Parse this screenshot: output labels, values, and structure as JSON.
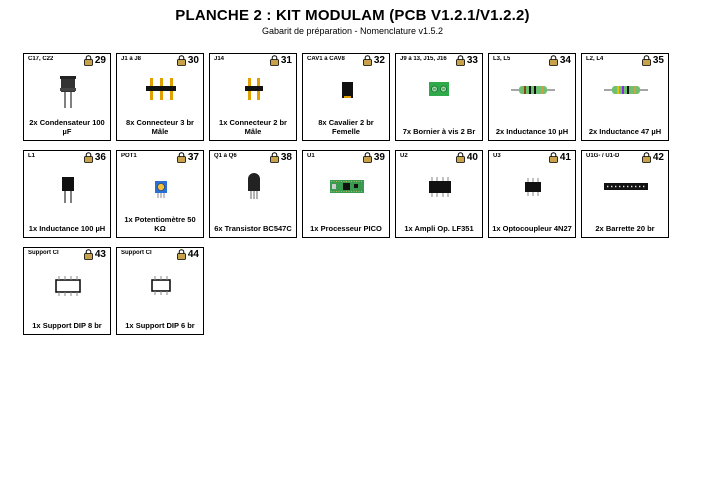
{
  "header": {
    "title": "PLANCHE 2 : KIT MODULAM (PCB V1.2.1/V1.2.2)",
    "subtitle": "Gabarit de préparation - Nomenclature v1.5.2"
  },
  "cards": [
    {
      "ref": "C17, C22",
      "num": "29",
      "label": "2x Condensateur 100 µF",
      "icon": "capacitor-icon"
    },
    {
      "ref": "J1 à J8",
      "num": "30",
      "label": "8x Connecteur 3 br Mâle",
      "icon": "header-3-pin-icon"
    },
    {
      "ref": "J14",
      "num": "31",
      "label": "1x Connecteur 2 br Mâle",
      "icon": "header-2-pin-icon"
    },
    {
      "ref": "CAV1 à CAV8",
      "num": "32",
      "label": "8x Cavalier 2 br Femelle",
      "icon": "jumper-icon"
    },
    {
      "ref": "J9 à 13, J15, J16",
      "num": "33",
      "label": "7x Bornier à vis 2 Br",
      "icon": "screw-terminal-icon"
    },
    {
      "ref": "L3, L5",
      "num": "34",
      "label": "2x Inductance 10 µH",
      "icon": "inductor-icon"
    },
    {
      "ref": "L2, L4",
      "num": "35",
      "label": "2x Inductance 47 µH",
      "icon": "inductor-icon"
    },
    {
      "ref": "L1",
      "num": "36",
      "label": "1x Inductance 100 µH",
      "icon": "power-inductor-icon"
    },
    {
      "ref": "POT1",
      "num": "37",
      "label": "1x Potentiomètre 50 KΩ",
      "icon": "potentiometer-icon"
    },
    {
      "ref": "Q1 à Q6",
      "num": "38",
      "label": "6x Transistor BC547C",
      "icon": "transistor-icon"
    },
    {
      "ref": "U1",
      "num": "39",
      "label": "1x Processeur PICO",
      "icon": "pico-board-icon"
    },
    {
      "ref": "U2",
      "num": "40",
      "label": "1x Ampli Op. LF351",
      "icon": "dip8-chip-icon"
    },
    {
      "ref": "U3",
      "num": "41",
      "label": "1x Optocoupleur 4N27",
      "icon": "dip6-chip-icon"
    },
    {
      "ref": "U1G- / U1-D",
      "num": "42",
      "label": "2x Barrette 20 br",
      "icon": "pin-strip-icon"
    },
    {
      "ref": "Support CI",
      "num": "43",
      "label": "1x Support DIP 8 br",
      "icon": "dip8-socket-icon"
    },
    {
      "ref": "Support CI",
      "num": "44",
      "label": "1x Support DIP 6 br",
      "icon": "dip6-socket-icon"
    }
  ]
}
